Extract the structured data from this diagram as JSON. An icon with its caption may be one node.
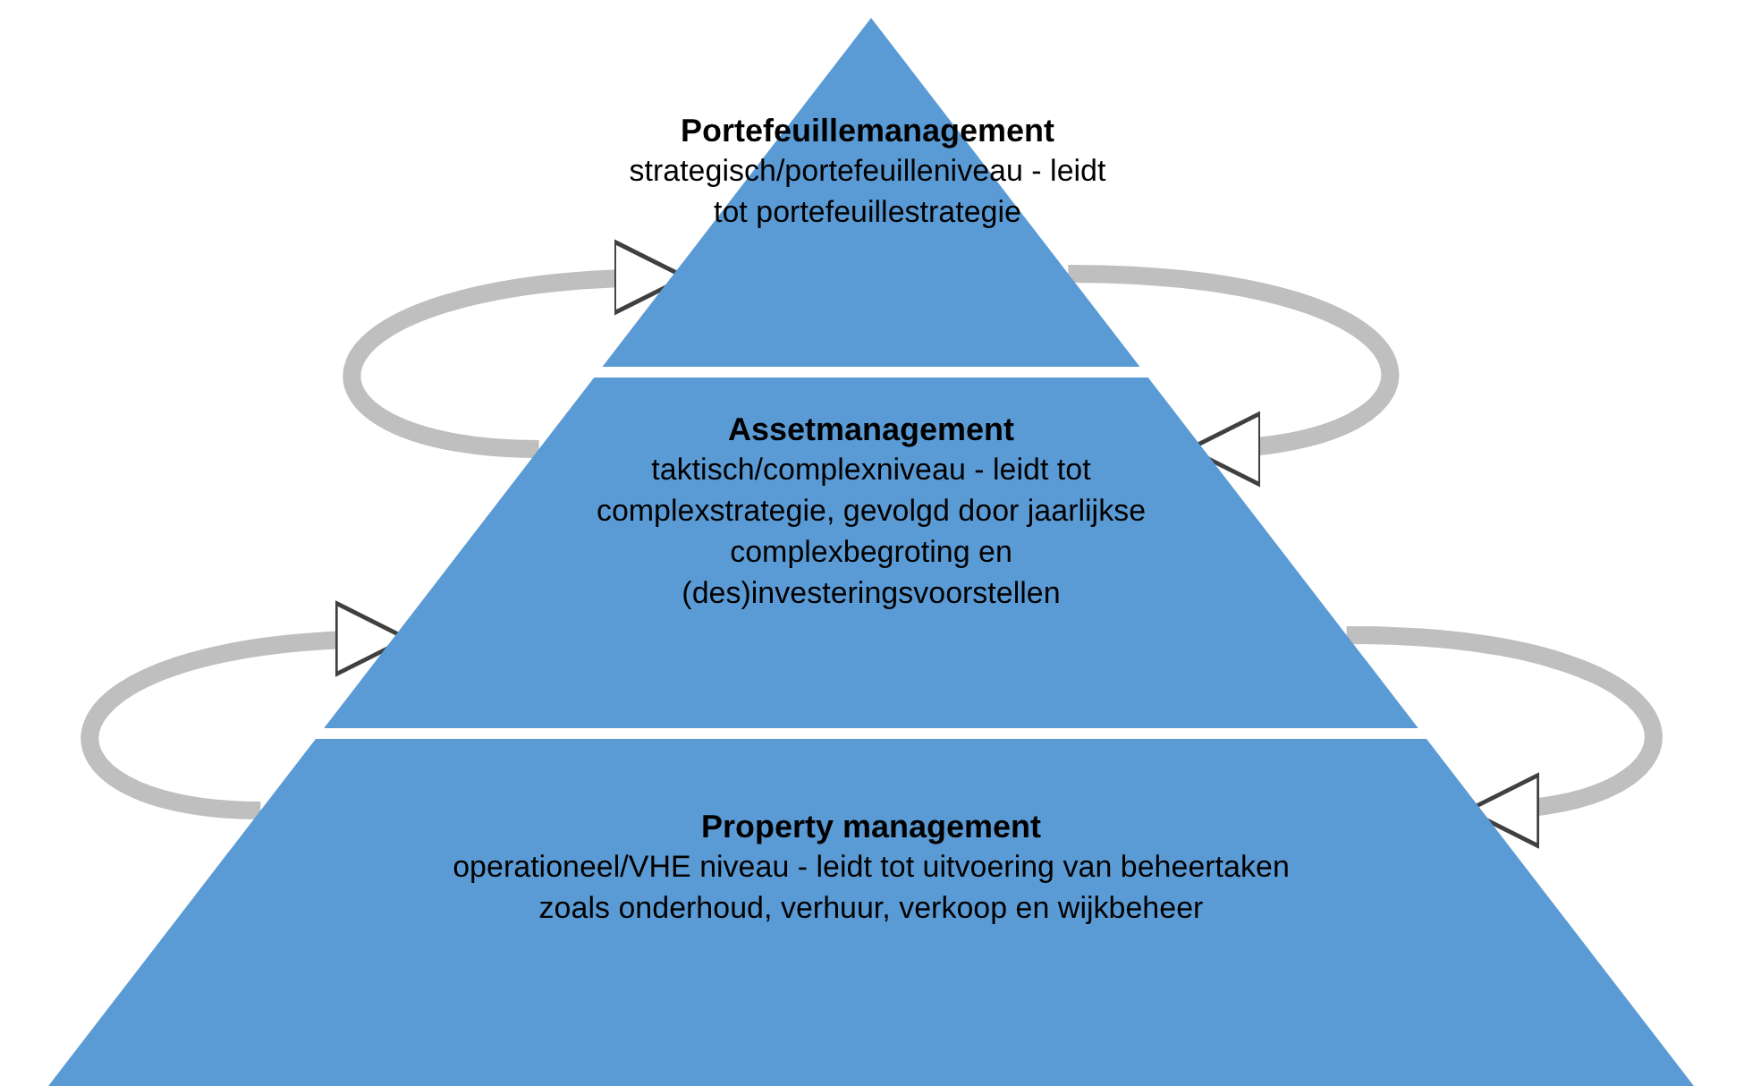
{
  "diagram": {
    "nodes": [
      {
        "text": [
          "Portefeuillemanagement",
          "strategisch/portefeuilleniveau - leidt tot portefeuillestrategie"
        ]
      },
      {
        "text": [
          "Assetmanagement",
          "taktisch/complexniveau - leidt tot complexstrategie, gevolgd door jaarlijkse complexbegroting en (des)investeringsvoorstellen"
        ]
      },
      {
        "text": [
          "Property management",
          "operationeel/VHE niveau - leidt tot uitvoering van beheertaken zoals onderhoud, verhuur, verkoop en wijkbeheer"
        ]
      }
    ],
    "edges": [
      {
        "from": 1,
        "to": 0,
        "arrow": "to"
      },
      {
        "from": 0,
        "to": 1,
        "arrow": "to"
      },
      {
        "from": 2,
        "to": 1,
        "arrow": "to"
      },
      {
        "from": 1,
        "to": 2,
        "arrow": "to"
      }
    ]
  }
}
